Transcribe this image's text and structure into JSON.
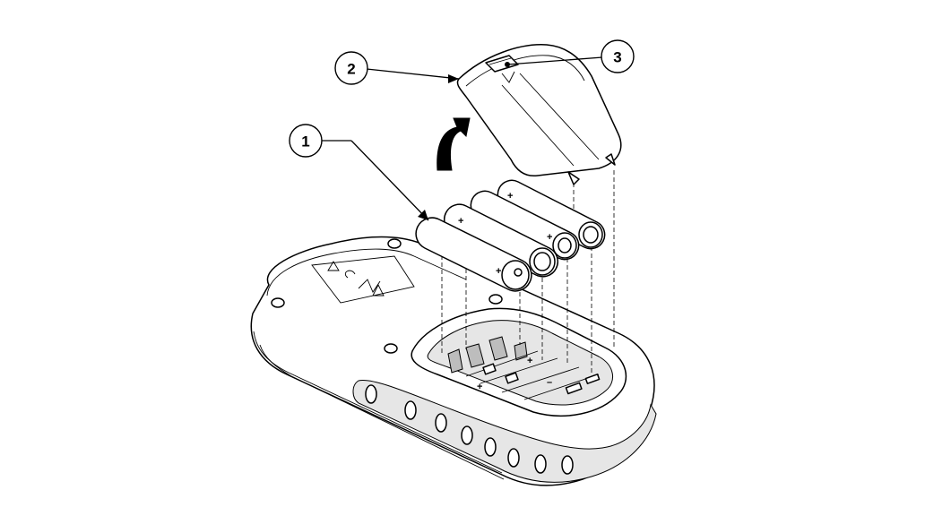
{
  "callouts": [
    {
      "id": "1",
      "label": "1"
    },
    {
      "id": "2",
      "label": "2"
    },
    {
      "id": "3",
      "label": "3"
    }
  ],
  "battery_count": 4,
  "colors": {
    "line": "#000000",
    "background": "#ffffff"
  }
}
